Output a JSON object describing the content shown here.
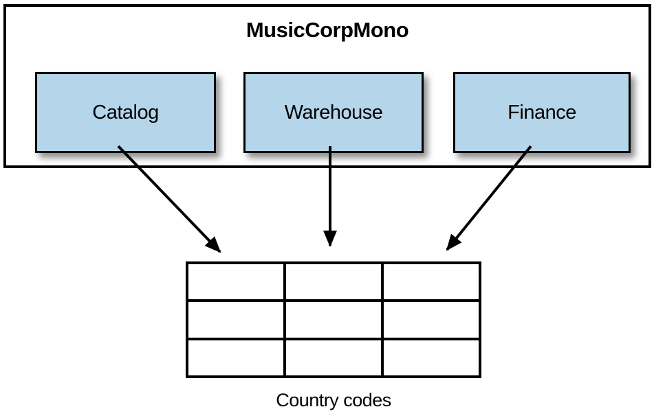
{
  "diagram": {
    "title": "MusicCorpMono",
    "modules": [
      {
        "id": "catalog",
        "label": "Catalog"
      },
      {
        "id": "warehouse",
        "label": "Warehouse"
      },
      {
        "id": "finance",
        "label": "Finance"
      }
    ],
    "database": {
      "caption": "Country codes",
      "rows": 3,
      "cols": 3
    },
    "arrows": [
      {
        "from": "Catalog",
        "to": "Country codes"
      },
      {
        "from": "Warehouse",
        "to": "Country codes"
      },
      {
        "from": "Finance",
        "to": "Country codes"
      }
    ],
    "colors": {
      "module_fill": "#b5d5ea",
      "line": "#000000",
      "background": "#ffffff"
    }
  }
}
